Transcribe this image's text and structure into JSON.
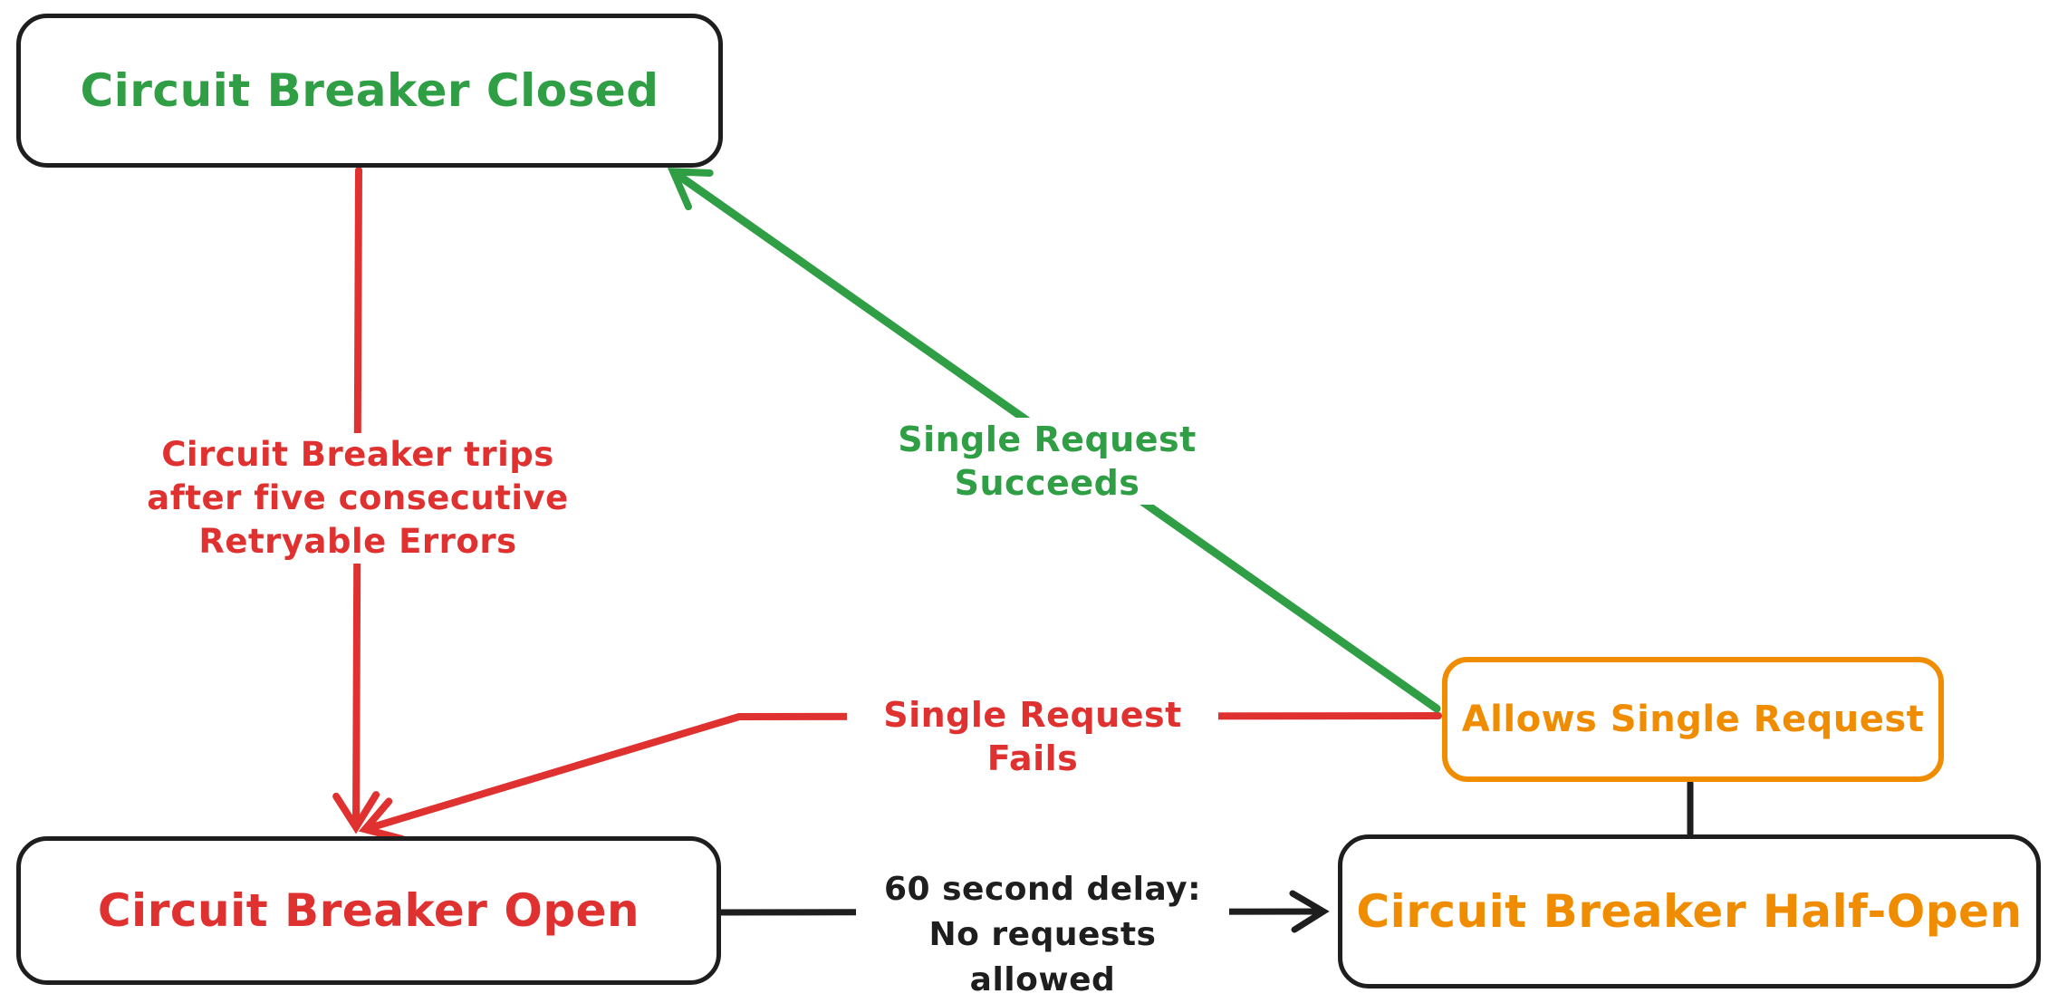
{
  "diagram": {
    "type": "state-diagram",
    "colors": {
      "green": "#2f9e44",
      "red": "#e03131",
      "orange": "#f08c00",
      "black": "#1e1e1e",
      "background": "#ffffff"
    },
    "nodes": {
      "closed": {
        "label": "Circuit Breaker Closed",
        "color": "#2f9e44",
        "border": "#1e1e1e"
      },
      "open": {
        "label": "Circuit Breaker Open",
        "color": "#e03131",
        "border": "#1e1e1e"
      },
      "half_open": {
        "label": "Circuit Breaker Half-Open",
        "color": "#f08c00",
        "border": "#1e1e1e"
      },
      "allows": {
        "label": "Allows Single Request",
        "color": "#f08c00",
        "border": "#f08c00"
      }
    },
    "edges": {
      "trip": {
        "from": "closed",
        "to": "open",
        "color": "#e03131",
        "line1": "Circuit Breaker trips",
        "line2": "after five consecutive",
        "line3": "Retryable Errors"
      },
      "succeeds": {
        "from": "allows",
        "to": "closed",
        "color": "#2f9e44",
        "label": "Single Request Succeeds"
      },
      "fails": {
        "from": "allows",
        "to": "open",
        "color": "#e03131",
        "label": "Single Request Fails"
      },
      "delay": {
        "from": "open",
        "to": "half_open",
        "color": "#1e1e1e",
        "line1": "60 second delay:",
        "line2": "No requests allowed"
      },
      "allows_link": {
        "from": "half_open",
        "to": "allows",
        "color": "#1e1e1e",
        "label": ""
      }
    }
  }
}
